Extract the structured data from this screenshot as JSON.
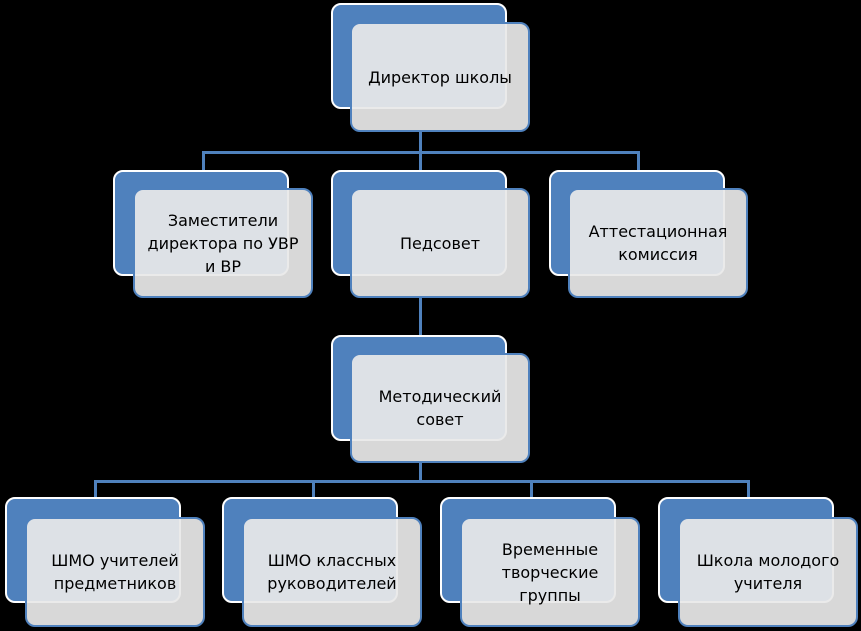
{
  "nodes": {
    "director": "Директор школы",
    "deputies": "Заместители директора по УВР и ВР",
    "pedsovet": "Педсовет",
    "attestation": "Аттестационная комиссия",
    "methodical": "Методический совет",
    "shmo_subject": "ШМО учителей предметников",
    "shmo_class": "ШМО классных руководителей",
    "creative_groups": "Временные творческие группы",
    "young_teacher": "Школа молодого учителя"
  },
  "colors": {
    "accent": "#4f81bd",
    "box_fill": "#e8e8e8",
    "background": "#000000"
  }
}
